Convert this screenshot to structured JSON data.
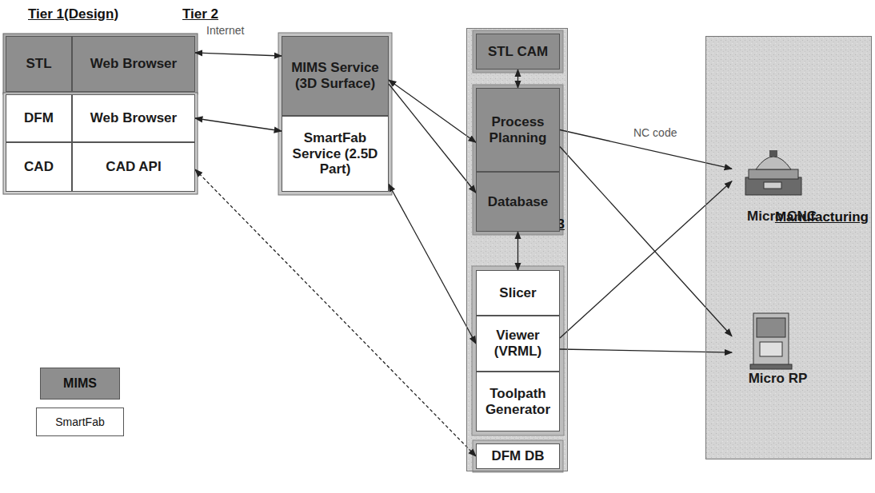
{
  "diagram": {
    "nodes": [
      {
        "text": [
          "STL"
        ]
      },
      {
        "text": [
          "Web Browser"
        ]
      },
      {
        "text": [
          "DFM"
        ]
      },
      {
        "text": [
          "Web Browser"
        ]
      },
      {
        "text": [
          "CAD"
        ]
      },
      {
        "text": [
          "CAD API"
        ]
      },
      {
        "text": [
          "MIMS Service (3D Surface)"
        ]
      },
      {
        "text": [
          "SmartFab Service (2.5D Part)"
        ]
      },
      {
        "text": [
          "Tier 3"
        ]
      },
      {
        "text": [
          "STL CAM"
        ],
        "in": 8
      },
      {
        "text": [
          "Process Planning"
        ],
        "in": 8
      },
      {
        "text": [
          "Database"
        ],
        "in": 8
      },
      {
        "text": [
          "Slicer"
        ],
        "in": 8
      },
      {
        "text": [
          "Viewer (VRML)"
        ],
        "in": 8
      },
      {
        "text": [
          "Toolpath Generator"
        ],
        "in": 8
      },
      {
        "text": [
          "DFM DB"
        ],
        "in": 8
      },
      {
        "text": [
          "Manufacturing"
        ]
      },
      {
        "text": [
          "Micro CNC"
        ],
        "in": 16
      },
      {
        "text": [
          "Micro RP"
        ],
        "in": 16
      }
    ],
    "edges": [
      {
        "from": 1,
        "to": 6,
        "arrow": "both"
      },
      {
        "from": 3,
        "to": 7,
        "arrow": "both"
      },
      {
        "from": 5,
        "to": 15,
        "arrow": "both"
      },
      {
        "from": 6,
        "to": 10,
        "arrow": "both"
      },
      {
        "from": 6,
        "to": 11,
        "arrow": "to"
      },
      {
        "from": 7,
        "to": 13,
        "arrow": "both"
      },
      {
        "from": 9,
        "to": 10,
        "arrow": "both"
      },
      {
        "from": 11,
        "to": 12,
        "arrow": "both"
      },
      {
        "from": 10,
        "to": 17,
        "label": "NC code",
        "arrow": "to"
      },
      {
        "from": 10,
        "to": 18,
        "arrow": "to"
      },
      {
        "from": 13,
        "to": 17,
        "arrow": "to"
      },
      {
        "from": 13,
        "to": 18,
        "arrow": "to"
      }
    ],
    "labels": [
      "Tier 1(Design)",
      "Tier 2",
      "Internet"
    ],
    "legend": [
      {
        "text": "MIMS",
        "color": "#8e8e8e"
      },
      {
        "text": "SmartFab",
        "color": "#ffffff"
      }
    ]
  }
}
